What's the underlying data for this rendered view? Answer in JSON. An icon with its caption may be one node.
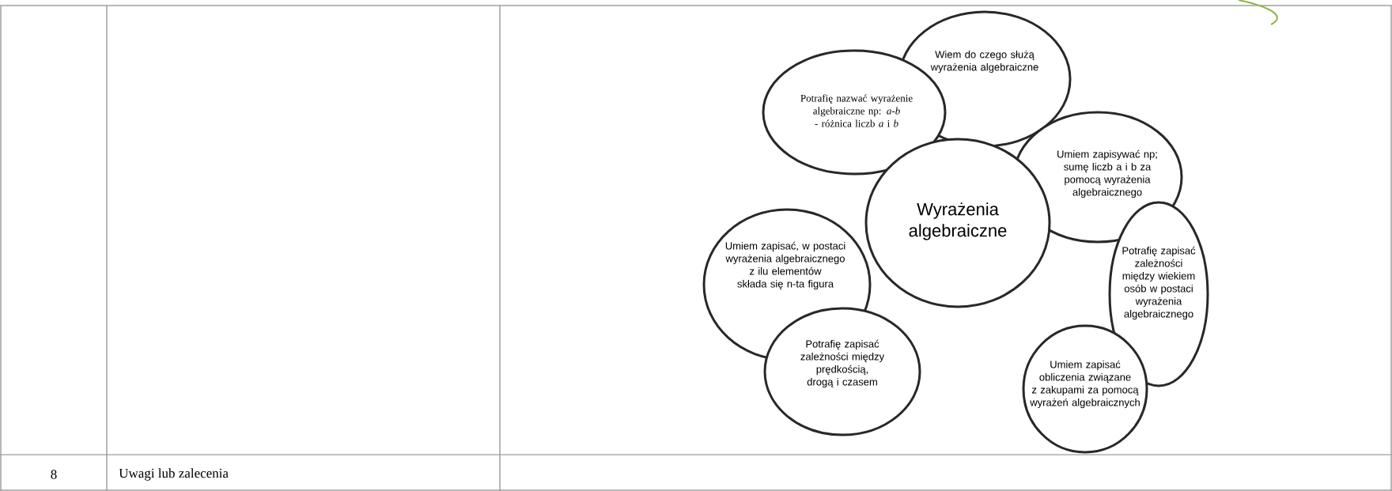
{
  "diagram": {
    "nodes": [
      {
        "text": [
          "Wiem do czego służą wyrażenia algebraiczne"
        ]
      },
      {
        "text": [
          "Potrafię nazwać wyrażenie algebraiczne np: *a-b* - różnica liczb *a* i *b*"
        ]
      },
      {
        "text": [
          "Umiem zapisywać np; sumę liczb a i b za pomocą wyrażenia algebraicznego"
        ]
      },
      {
        "text": [
          "Umiem zapisać, w postaci wyrażenia algebraicznego z ilu elementów składa się n-ta figura"
        ]
      },
      {
        "text": [
          "Wyrażenia algebraiczne"
        ]
      },
      {
        "text": [
          "Potrafię zapisać zależności między wiekiem osób w postaci wyrażenia algebraicznego"
        ]
      },
      {
        "text": [
          "Potrafię zapisać zależności między prędkością, drogą i czasem"
        ]
      },
      {
        "text": [
          "Umiem zapisać obliczenia związane z zakupami za pomocą wyrażeń algebraicznych"
        ]
      }
    ],
    "labels": [
      "8",
      "Uwagi lub zalecenia"
    ]
  }
}
